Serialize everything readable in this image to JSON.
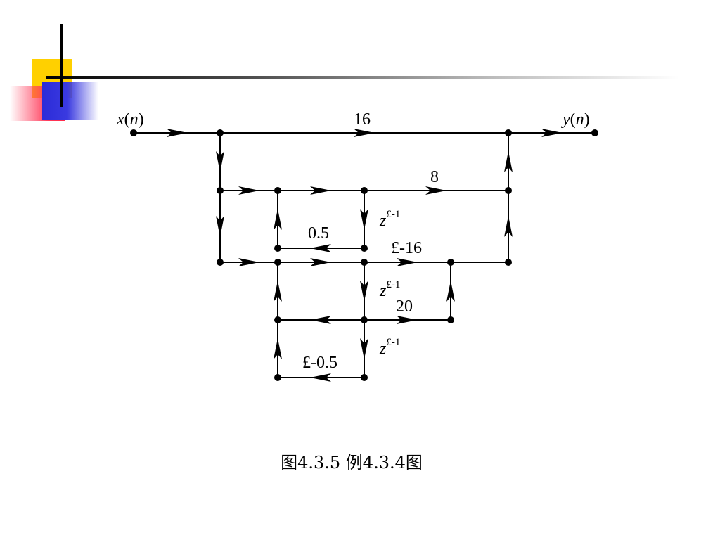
{
  "diagram": {
    "input_label": {
      "var": "x",
      "open": "(",
      "arg": "n",
      "close": ")"
    },
    "output_label": {
      "var": "y",
      "open": "(",
      "arg": "n",
      "close": ")"
    },
    "gains": {
      "g16": "16",
      "g8": "8",
      "g05": "0.5",
      "gm16": "£-16",
      "g20": "20",
      "gm05": "£-0.5"
    },
    "delay": {
      "base": "z",
      "exp": "£-1"
    }
  },
  "caption": "图4.3.5  例4.3.4图"
}
